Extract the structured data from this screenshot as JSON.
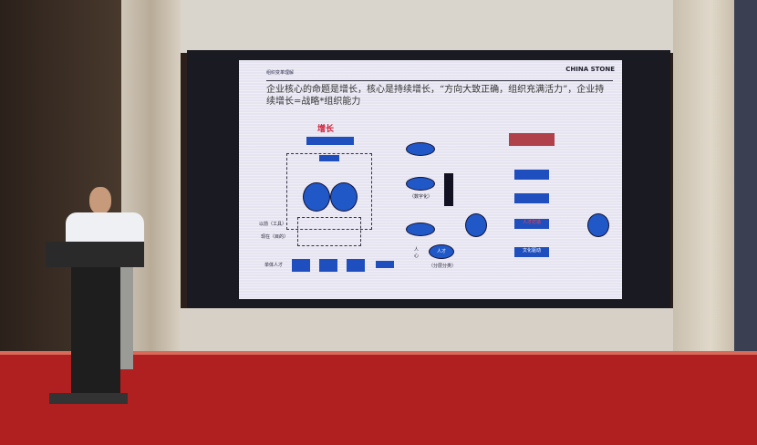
{
  "slide": {
    "section_label": "组织变革理解",
    "brand": "CHINA STONE",
    "headline": "企业核心的命题是增长，核心是持续增长，“方向大致正确，组织充满活力”，企业持续增长=战略*组织能力",
    "growth": "增长",
    "left_labels": [
      "以前（工具）",
      "现在（目的）",
      "单体人才"
    ],
    "digitization": "（数字化）",
    "layered": "（分层分类）",
    "people_heart": "人心",
    "talent": "人才",
    "right_boxes": [
      "人才打造",
      "文化驱动"
    ]
  },
  "colors": {
    "slide_blue": "#1f4fbf",
    "accent_red": "#d0203a",
    "stage_red": "#b02020"
  }
}
